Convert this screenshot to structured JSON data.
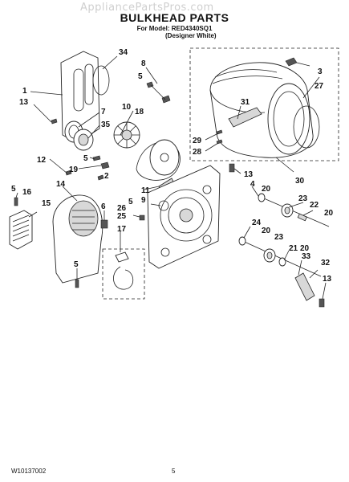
{
  "header": {
    "watermark": "AppliancePartsPros.com",
    "title": "BULKHEAD PARTS",
    "model_line": "For Model: RED4340SQ1",
    "variant_line": "(Designer White)"
  },
  "footer": {
    "doc_number": "W10137002",
    "page_number": "5"
  },
  "callouts": {
    "c34": "34",
    "c3": "3",
    "c8": "8",
    "c1": "1",
    "c13a": "13",
    "c5a": "5",
    "c27": "27",
    "c18": "18",
    "c10": "10",
    "c7": "7",
    "c31": "31",
    "c35": "35",
    "c29": "29",
    "c28": "28",
    "c5b": "5",
    "c12": "12",
    "c19": "19",
    "c2": "2",
    "c13b": "13",
    "c30": "30",
    "c14": "14",
    "c11": "11",
    "c9": "9",
    "c4": "4",
    "c20a": "20",
    "c5c": "5",
    "c16": "16",
    "c5d": "5",
    "c6": "6",
    "c26": "26",
    "c23a": "23",
    "c22": "22",
    "c15": "15",
    "c25": "25",
    "c20b": "20",
    "c17": "17",
    "c24": "24",
    "c20c": "20",
    "c23b": "23",
    "c21": "21",
    "c5e": "5",
    "c20d": "20",
    "c33": "33",
    "c32": "32",
    "c13c": "13"
  }
}
